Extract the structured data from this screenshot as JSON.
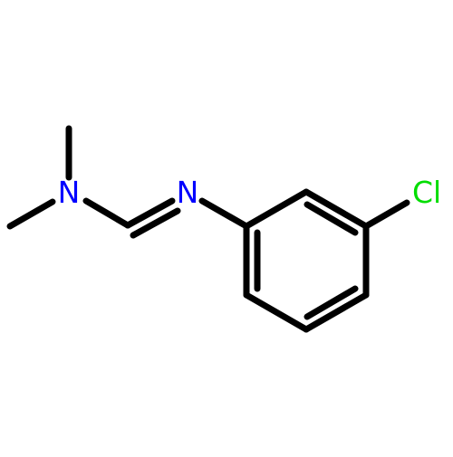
{
  "molecule": {
    "atoms": {
      "n_amine": {
        "label": "N",
        "color": "#0000ff"
      },
      "n_imine": {
        "label": "N",
        "color": "#0000ff"
      },
      "cl": {
        "label": "Cl",
        "color": "#00dd00"
      }
    },
    "bond_color": "#000000"
  }
}
